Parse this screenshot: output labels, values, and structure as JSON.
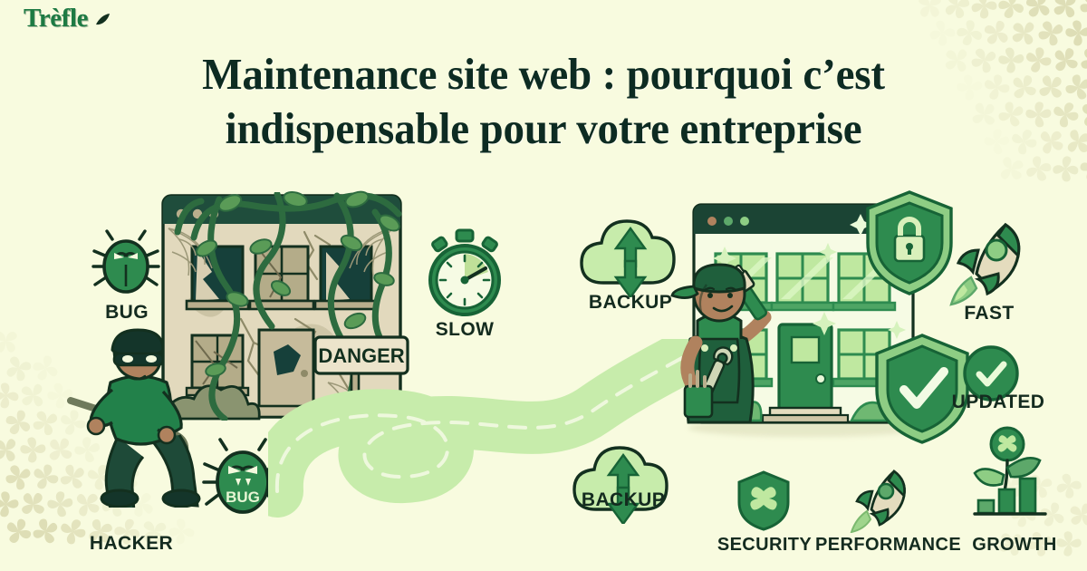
{
  "brand": {
    "logo_text": "Trèfle",
    "logo_icon": "leaf-icon",
    "logo_color": "#1d7a43"
  },
  "title": {
    "line1": "Maintenance site web : pourquoi c’est",
    "line2": "indispensable pour votre entreprise",
    "color": "#0d2b22"
  },
  "palette": {
    "background": "#f8fbdf",
    "clover_watermark": "#ddddb4",
    "dark_green": "#14452f",
    "mid_green": "#2e8b4f",
    "bright_green": "#3b9e52",
    "light_green": "#bfe8a0",
    "pale_green": "#d9f0bb",
    "beige": "#ded0b0",
    "beige_dark": "#b8ae8c",
    "outline": "#13301f",
    "road": "#c7ecab",
    "skin": "#b0825e"
  },
  "left_scene": {
    "caption": "neglected website",
    "labels": [
      {
        "id": "bug-top",
        "text": "BUG",
        "icon": "bug-icon"
      },
      {
        "id": "hacker",
        "text": "HACKER",
        "icon": "hacker-icon"
      },
      {
        "id": "bug-bottom",
        "text": "BUG",
        "icon": "bug-icon"
      },
      {
        "id": "slow",
        "text": "SLOW",
        "icon": "stopwatch-icon"
      }
    ],
    "sign_text": "DANGER",
    "building": "damaged-building-icon",
    "browser_dots": 3
  },
  "middle": {
    "road": "winding-road-path",
    "backups": [
      {
        "id": "backup-top",
        "text": "BACKUP",
        "icon": "cloud-backup-icon"
      },
      {
        "id": "backup-bottom",
        "text": "BACKUP",
        "icon": "cloud-backup-icon"
      }
    ]
  },
  "right_scene": {
    "caption": "maintained website",
    "worker": "maintenance-worker-icon",
    "building": "healthy-building-icon",
    "badges": [
      {
        "id": "lock-shield",
        "icon": "lock-shield-icon"
      },
      {
        "id": "check-shield",
        "icon": "check-shield-icon"
      }
    ],
    "labels": [
      {
        "id": "fast",
        "text": "FAST",
        "icon": "rocket-icon"
      },
      {
        "id": "updated",
        "text": "UPDATED",
        "icon": "check-circle-icon"
      },
      {
        "id": "security",
        "text": "SECURITY",
        "icon": "shield-clover-icon"
      },
      {
        "id": "performance",
        "text": "PERFORMANCE",
        "icon": "rocket-icon"
      },
      {
        "id": "growth",
        "text": "GROWTH",
        "icon": "growth-plant-icon"
      }
    ]
  }
}
